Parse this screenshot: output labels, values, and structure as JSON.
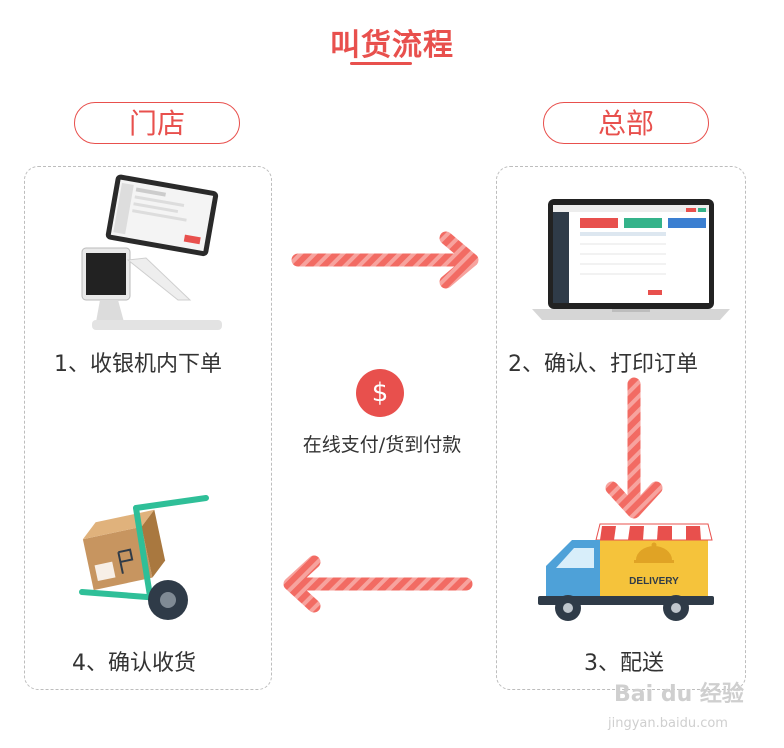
{
  "title": "叫货流程",
  "store_label": "门店",
  "hq_label": "总部",
  "steps": {
    "step1": "1、收银机内下单",
    "step2": "2、确认、打印订单",
    "step3": "3、配送",
    "step4": "4、确认收货"
  },
  "payment": {
    "icon_symbol": "$",
    "text": "在线支付/货到付款"
  },
  "truck_text": "DELIVERY",
  "watermark": {
    "brand": "Bai du 经验",
    "url": "jingyan.baidu.com"
  },
  "colors": {
    "accent": "#e8504d",
    "arrow": "#f0605a",
    "panel_border": "#bdbdbd"
  },
  "icons": [
    "pos-terminal-icon",
    "laptop-icon",
    "delivery-truck-icon",
    "hand-truck-icon",
    "dollar-icon"
  ]
}
